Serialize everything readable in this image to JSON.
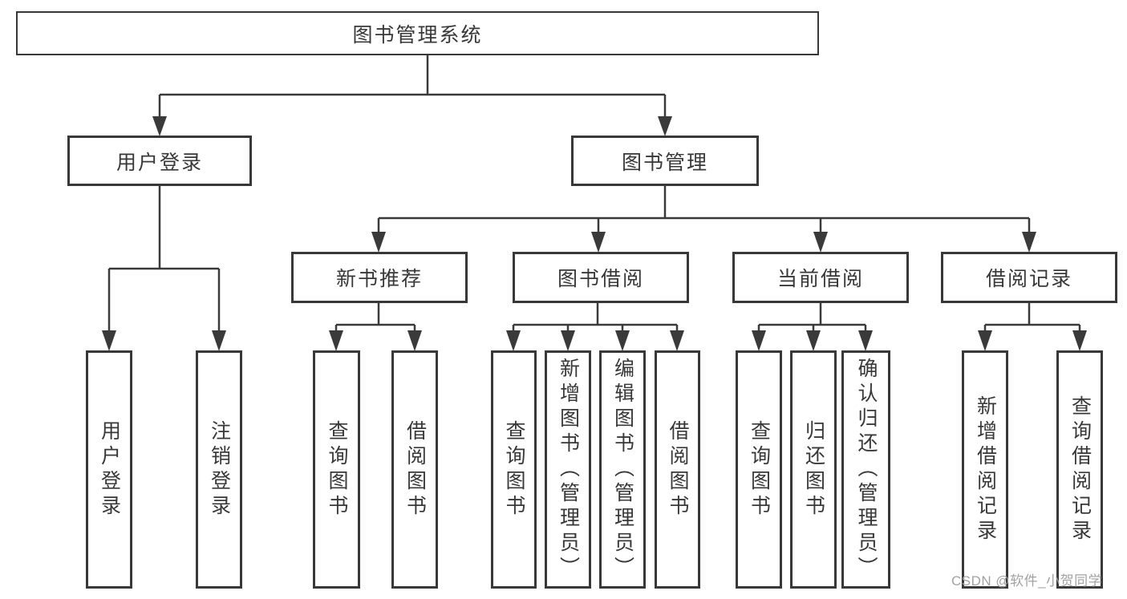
{
  "tree": {
    "root": {
      "label": "图书管理系统"
    },
    "branches": [
      {
        "label": "用户登录",
        "children": [
          {
            "label": "用户登录"
          },
          {
            "label": "注销登录"
          }
        ]
      },
      {
        "label": "图书管理",
        "children": [
          {
            "label": "新书推荐",
            "children": [
              {
                "label": "查询图书"
              },
              {
                "label": "借阅图书"
              }
            ]
          },
          {
            "label": "图书借阅",
            "children": [
              {
                "label": "查询图书"
              },
              {
                "label": "新增图书（管理员）"
              },
              {
                "label": "编辑图书（管理员）"
              },
              {
                "label": "借阅图书"
              }
            ]
          },
          {
            "label": "当前借阅",
            "children": [
              {
                "label": "查询图书"
              },
              {
                "label": "归还图书"
              },
              {
                "label": "确认归还（管理员）"
              }
            ]
          },
          {
            "label": "借阅记录",
            "children": [
              {
                "label": "新增借阅记录"
              },
              {
                "label": "查询借阅记录"
              }
            ]
          }
        ]
      }
    ]
  },
  "watermark": {
    "text": "CSDN @软件_小贺同学"
  },
  "colors": {
    "line": "#3a3a3a",
    "box_border": "#383838",
    "box_fill": "#ffffff",
    "text": "#383838",
    "watermark": "#a2a2a2",
    "background": "#ffffff"
  }
}
